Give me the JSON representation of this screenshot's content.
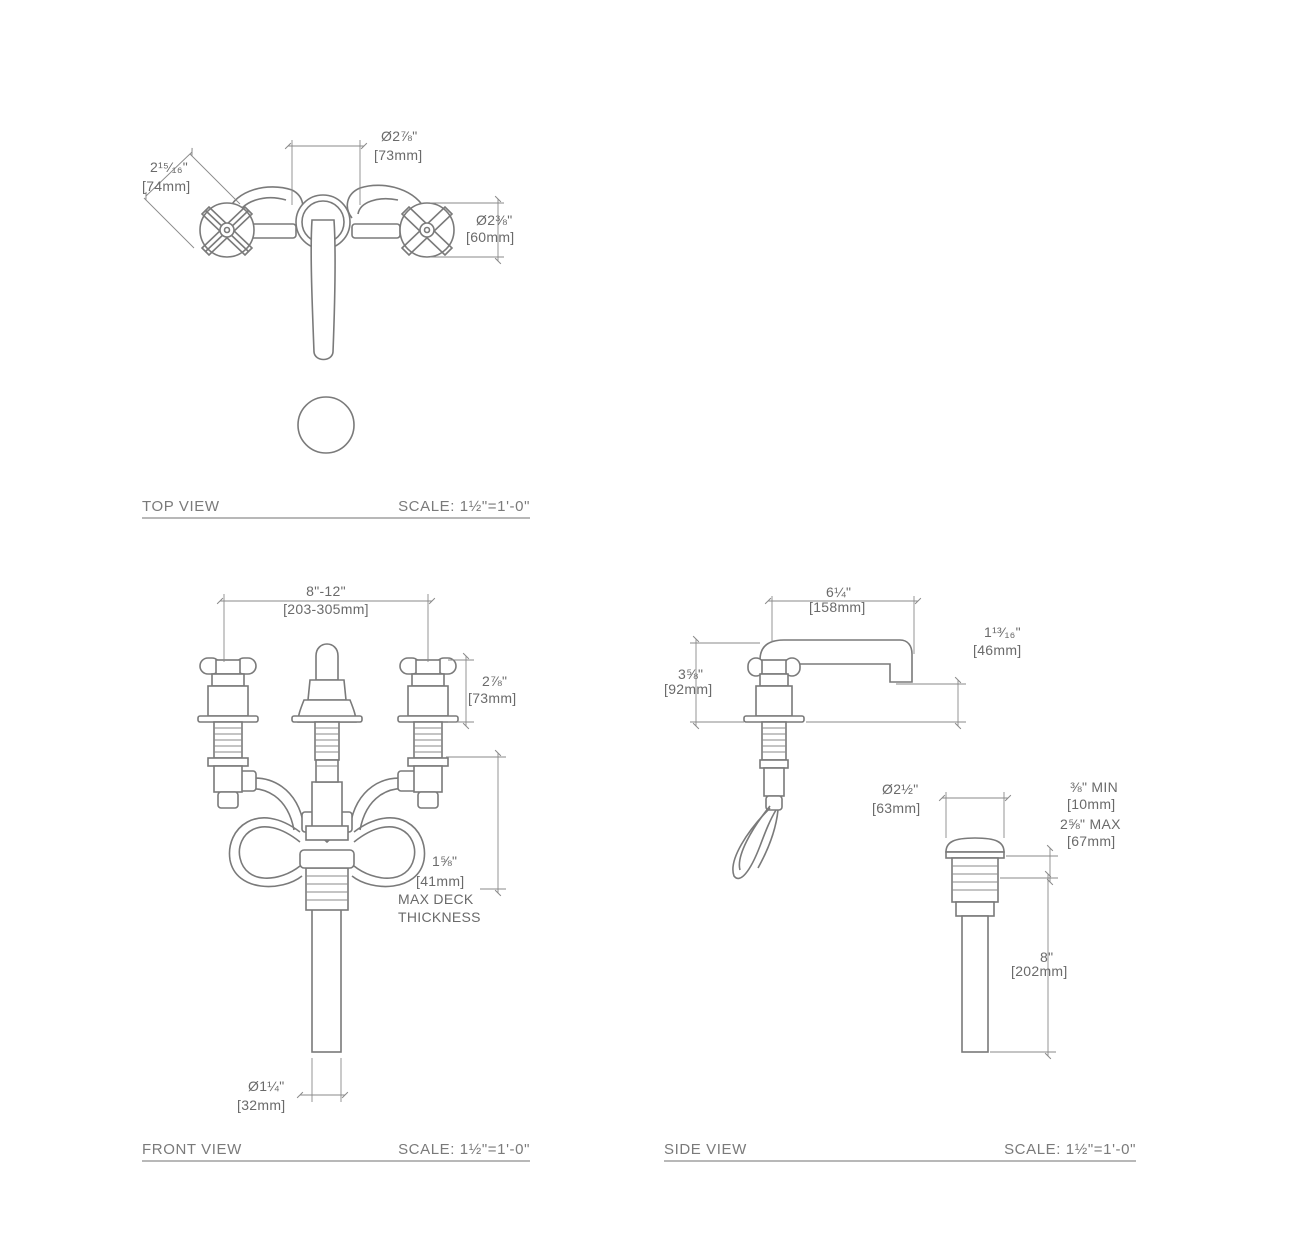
{
  "views": {
    "top": {
      "caption": "TOP VIEW",
      "scale": "SCALE: 1½\"=1'-0\"",
      "dims": {
        "spout_dia": "Ø2⅞\"",
        "spout_dia_mm": "[73mm]",
        "handle_reach": "2¹⁵⁄₁₆\"",
        "handle_reach_mm": "[74mm]",
        "handle_dia": "Ø2⅜\"",
        "handle_dia_mm": "[60mm]"
      }
    },
    "front": {
      "caption": "FRONT VIEW",
      "scale": "SCALE: 1½\"=1'-0\"",
      "dims": {
        "spread": "8\"-12\"",
        "spread_mm": "[203-305mm]",
        "handle_height": "2⅞\"",
        "handle_height_mm": "[73mm]",
        "deck": "1⅝\"",
        "deck_mm": "[41mm]",
        "deck_note_1": "MAX DECK",
        "deck_note_2": "THICKNESS",
        "tail_dia": "Ø1¼\"",
        "tail_dia_mm": "[32mm]"
      }
    },
    "side": {
      "caption": "SIDE VIEW",
      "scale": "SCALE: 1½\"=1'-0\"",
      "dims": {
        "reach": "6¼\"",
        "reach_mm": "[158mm]",
        "height": "3⅝\"",
        "height_mm": "[92mm]",
        "spout_clear": "1¹³⁄₁₆\"",
        "spout_clear_mm": "[46mm]",
        "drain_dia": "Ø2½\"",
        "drain_dia_mm": "[63mm]",
        "drain_min": "⅜\" MIN",
        "drain_min_mm": "[10mm]",
        "drain_max": "2⅝\" MAX",
        "drain_max_mm": "[67mm]",
        "drain_len": "8\"",
        "drain_len_mm": "[202mm]"
      }
    }
  }
}
